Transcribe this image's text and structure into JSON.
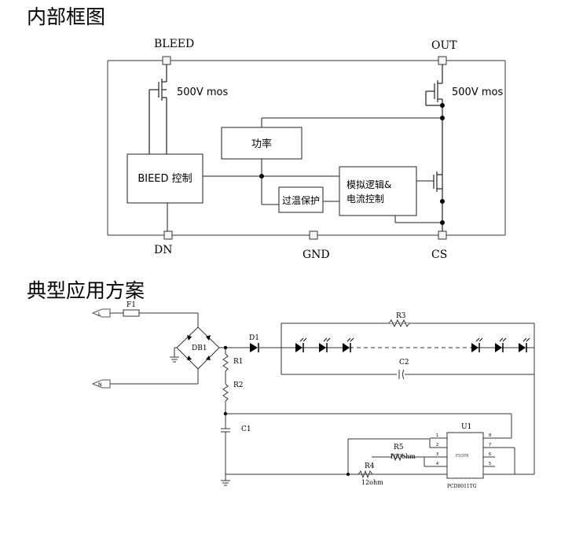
{
  "section1": {
    "title": "内部框图",
    "pins": {
      "bleed": "BLEED",
      "out": "OUT",
      "dn": "DN",
      "gnd": "GND",
      "cs": "CS"
    },
    "mos_left": "500V mos",
    "mos_right": "500V mos",
    "blocks": {
      "bleed_ctrl": "BIEED 控制",
      "power": "功率",
      "otp": "过温保护",
      "logic_line1": "模拟逻辑&",
      "logic_line2": "电流控制"
    }
  },
  "section2": {
    "title": "典型应用方案",
    "labels": {
      "fuse": "F1",
      "bridge": "DB1",
      "diode": "D1",
      "r1": "R1",
      "r2": "R2",
      "r3": "R3",
      "c1": "C1",
      "c2": "C2",
      "u1": "U1",
      "r5": "R5",
      "r5_val": "100ohm",
      "r4": "R4",
      "r4_val": "12ohm",
      "ic_mark": "ESOP8",
      "ic_part": "PCD8011TG",
      "line_tag": "L",
      "neutral_tag": "N",
      "ic_pins": [
        "1",
        "2",
        "3",
        "4",
        "8",
        "7",
        "6",
        "5"
      ]
    }
  }
}
